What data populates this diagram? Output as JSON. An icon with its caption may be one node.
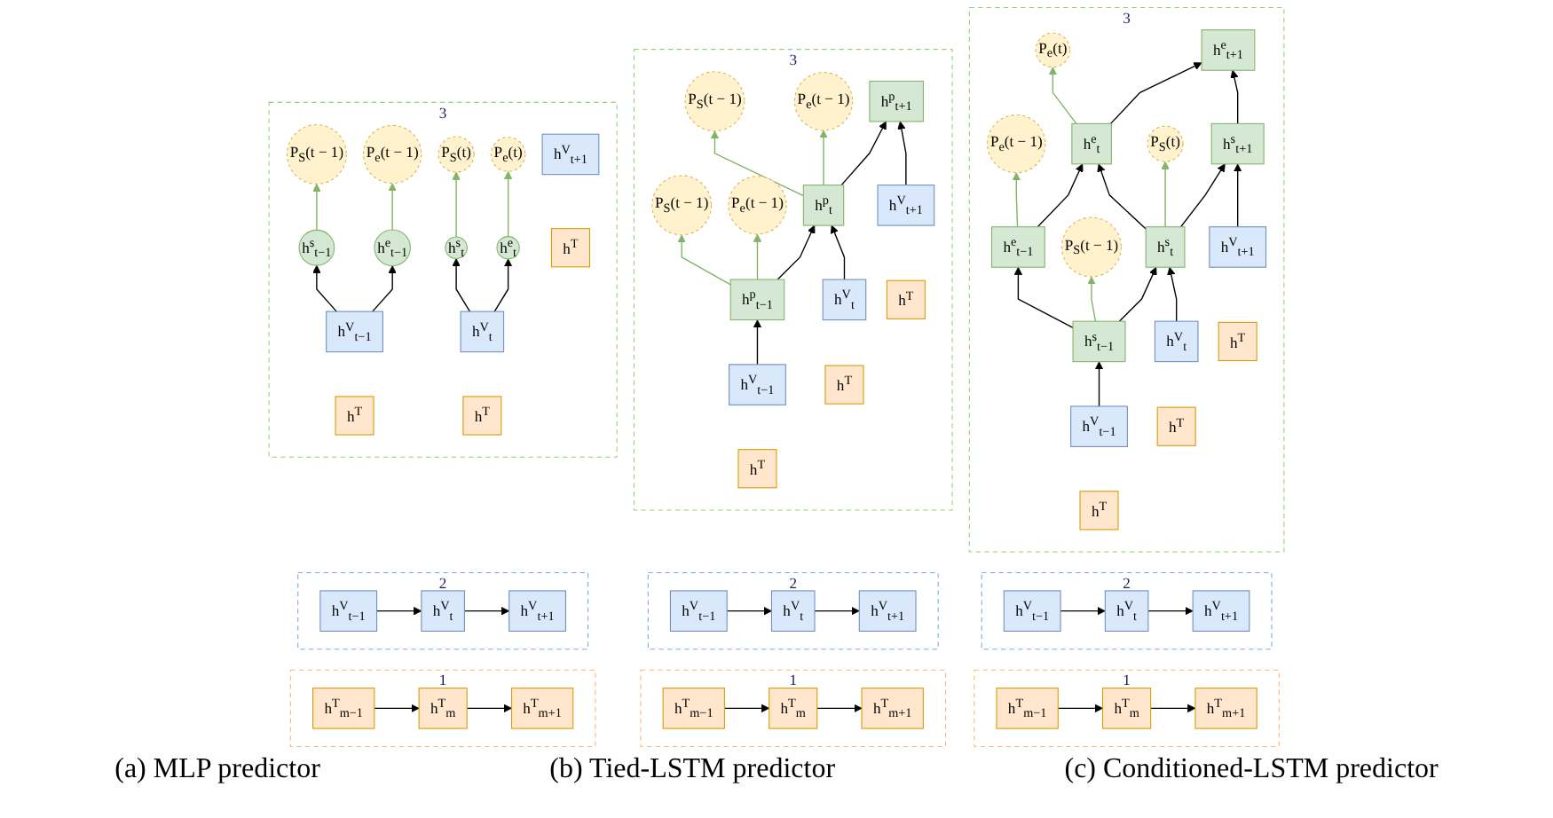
{
  "diagram": {
    "nodes": [
      {
        "text": [
          "3"
        ]
      },
      {
        "text": [
          "P$_{S}$(t − 1)"
        ],
        "in": 0
      },
      {
        "text": [
          "P$_{S}$(t)"
        ],
        "in": 0
      },
      {
        "text": [
          "P$_{e}$(t − 1)"
        ],
        "in": 0
      },
      {
        "text": [
          "P$_{e}$(t)"
        ],
        "in": 0
      },
      {
        "text": [
          "h$^{s}$$_{t−1}$"
        ],
        "in": 0
      },
      {
        "text": [
          "h$^{s}$$_{t}$"
        ],
        "in": 0
      },
      {
        "text": [
          "h$^{e}$$_{t−1}$"
        ],
        "in": 0
      },
      {
        "text": [
          "h$^{e}$$_{t}$"
        ],
        "in": 0
      },
      {
        "text": [
          "h$^{V}$$_{t−1}$"
        ],
        "in": 0
      },
      {
        "text": [
          "h$^{V}$$_{t}$"
        ],
        "in": 0
      },
      {
        "text": [
          "h$^{V}$$_{t+1}$"
        ],
        "in": 0
      },
      {
        "text": [
          "h$^{T}$"
        ],
        "in": 0
      },
      {
        "text": [
          "h$^{T}$"
        ],
        "in": 0
      },
      {
        "text": [
          "h$^{T}$"
        ],
        "in": 0
      },
      {
        "text": [
          "2"
        ]
      },
      {
        "text": [
          "h$^{V}$$_{t−1}$"
        ],
        "in": 15
      },
      {
        "text": [
          "h$^{V}$$_{t}$"
        ],
        "in": 15
      },
      {
        "text": [
          "h$^{V}$$_{t+1}$"
        ],
        "in": 15
      },
      {
        "text": [
          "1"
        ]
      },
      {
        "text": [
          "h$^{T}$$_{m−1}$"
        ],
        "in": 19
      },
      {
        "text": [
          "h$^{T}$$_{m}$"
        ],
        "in": 19
      },
      {
        "text": [
          "h$^{T}$$_{m+1}$"
        ],
        "in": 19
      },
      {
        "text": [
          "3"
        ]
      },
      {
        "text": [
          "P$_{S}$(t − 1)"
        ],
        "in": 23
      },
      {
        "text": [
          "P$_{S}$(t − 1)"
        ],
        "in": 23
      },
      {
        "text": [
          "P$_{e}$(t − 1)"
        ],
        "in": 23
      },
      {
        "text": [
          "P$_{e}$(t − 1)"
        ],
        "in": 23
      },
      {
        "text": [
          "h$^{p}$$_{t−1}$"
        ],
        "in": 23
      },
      {
        "text": [
          "h$^{p}$$_{t}$"
        ],
        "in": 23
      },
      {
        "text": [
          "h$^{p}$$_{t+1}$"
        ],
        "in": 23
      },
      {
        "text": [
          "h$^{V}$$_{t−1}$"
        ],
        "in": 23
      },
      {
        "text": [
          "h$^{V}$$_{t}$"
        ],
        "in": 23
      },
      {
        "text": [
          "h$^{V}$$_{t+1}$"
        ],
        "in": 23
      },
      {
        "text": [
          "h$^{T}$"
        ],
        "in": 23
      },
      {
        "text": [
          "h$^{T}$"
        ],
        "in": 23
      },
      {
        "text": [
          "h$^{T}$"
        ],
        "in": 23
      },
      {
        "text": [
          "2"
        ]
      },
      {
        "text": [
          "h$^{V}$$_{t−1}$"
        ],
        "in": 37
      },
      {
        "text": [
          "h$^{V}$$_{t}$"
        ],
        "in": 37
      },
      {
        "text": [
          "h$^{V}$$_{t+1}$"
        ],
        "in": 37
      },
      {
        "text": [
          "1"
        ]
      },
      {
        "text": [
          "h$^{T}$$_{m−1}$"
        ],
        "in": 41
      },
      {
        "text": [
          "h$^{T}$$_{m}$"
        ],
        "in": 41
      },
      {
        "text": [
          "h$^{T}$$_{m+1}$"
        ],
        "in": 41
      },
      {
        "text": [
          "3"
        ]
      },
      {
        "text": [
          "P$_{e}$(t − 1)"
        ],
        "in": 45
      },
      {
        "text": [
          "P$_{e}$(t)"
        ],
        "in": 45
      },
      {
        "text": [
          "P$_{S}$(t − 1)"
        ],
        "in": 45
      },
      {
        "text": [
          "P$_{S}$(t)"
        ],
        "in": 45
      },
      {
        "text": [
          "h$^{e}$$_{t−1}$"
        ],
        "in": 45
      },
      {
        "text": [
          "h$^{e}$$_{t}$"
        ],
        "in": 45
      },
      {
        "text": [
          "h$^{e}$$_{t+1}$"
        ],
        "in": 45
      },
      {
        "text": [
          "h$^{s}$$_{t−1}$"
        ],
        "in": 45
      },
      {
        "text": [
          "h$^{s}$$_{t}$"
        ],
        "in": 45
      },
      {
        "text": [
          "h$^{s}$$_{t+1}$"
        ],
        "in": 45
      },
      {
        "text": [
          "h$^{V}$$_{t−1}$"
        ],
        "in": 45
      },
      {
        "text": [
          "h$^{V}$$_{t}$"
        ],
        "in": 45
      },
      {
        "text": [
          "h$^{V}$$_{t+1}$"
        ],
        "in": 45
      },
      {
        "text": [
          "h$^{T}$"
        ],
        "in": 45
      },
      {
        "text": [
          "h$^{T}$"
        ],
        "in": 45
      },
      {
        "text": [
          "h$^{T}$"
        ],
        "in": 45
      },
      {
        "text": [
          "2"
        ]
      },
      {
        "text": [
          "h$^{V}$$_{t−1}$"
        ],
        "in": 62
      },
      {
        "text": [
          "h$^{V}$$_{t}$"
        ],
        "in": 62
      },
      {
        "text": [
          "h$^{V}$$_{t+1}$"
        ],
        "in": 62
      },
      {
        "text": [
          "1"
        ]
      },
      {
        "text": [
          "h$^{T}$$_{m−1}$"
        ],
        "in": 66
      },
      {
        "text": [
          "h$^{T}$$_{m}$"
        ],
        "in": 66
      },
      {
        "text": [
          "h$^{T}$$_{m+1}$"
        ],
        "in": 66
      }
    ],
    "edges": [
      {
        "from": 5,
        "to": 1,
        "arrow": "to",
        "color": "#82b366"
      },
      {
        "from": 7,
        "to": 3,
        "arrow": "to",
        "color": "#82b366"
      },
      {
        "from": 6,
        "to": 2,
        "arrow": "to",
        "color": "#82b366"
      },
      {
        "from": 8,
        "to": 4,
        "arrow": "to",
        "color": "#82b366"
      },
      {
        "from": 9,
        "to": 5,
        "arrow": "to"
      },
      {
        "from": 9,
        "to": 7,
        "arrow": "to"
      },
      {
        "from": 10,
        "to": 6,
        "arrow": "to"
      },
      {
        "from": 10,
        "to": 8,
        "arrow": "to"
      },
      {
        "from": 16,
        "to": 17,
        "arrow": "to"
      },
      {
        "from": 17,
        "to": 18,
        "arrow": "to"
      },
      {
        "from": 20,
        "to": 21,
        "arrow": "to"
      },
      {
        "from": 21,
        "to": 22,
        "arrow": "to"
      },
      {
        "from": 28,
        "to": 24,
        "arrow": "to",
        "color": "#82b366"
      },
      {
        "from": 28,
        "to": 26,
        "arrow": "to",
        "color": "#82b366"
      },
      {
        "from": 29,
        "to": 25,
        "arrow": "to",
        "color": "#82b366"
      },
      {
        "from": 29,
        "to": 27,
        "arrow": "to",
        "color": "#82b366"
      },
      {
        "from": 28,
        "to": 29,
        "arrow": "to"
      },
      {
        "from": 29,
        "to": 30,
        "arrow": "to"
      },
      {
        "from": 31,
        "to": 28,
        "arrow": "to"
      },
      {
        "from": 32,
        "to": 29,
        "arrow": "to"
      },
      {
        "from": 33,
        "to": 30,
        "arrow": "to"
      },
      {
        "from": 38,
        "to": 39,
        "arrow": "to"
      },
      {
        "from": 39,
        "to": 40,
        "arrow": "to"
      },
      {
        "from": 42,
        "to": 43,
        "arrow": "to"
      },
      {
        "from": 43,
        "to": 44,
        "arrow": "to"
      },
      {
        "from": 50,
        "to": 46,
        "arrow": "to",
        "color": "#82b366"
      },
      {
        "from": 51,
        "to": 47,
        "arrow": "to",
        "color": "#82b366"
      },
      {
        "from": 53,
        "to": 48,
        "arrow": "to",
        "color": "#82b366"
      },
      {
        "from": 54,
        "to": 49,
        "arrow": "to",
        "color": "#82b366"
      },
      {
        "from": 50,
        "to": 51,
        "arrow": "to"
      },
      {
        "from": 51,
        "to": 52,
        "arrow": "to"
      },
      {
        "from": 53,
        "to": 50,
        "arrow": "to"
      },
      {
        "from": 54,
        "to": 51,
        "arrow": "to"
      },
      {
        "from": 55,
        "to": 52,
        "arrow": "to"
      },
      {
        "from": 53,
        "to": 54,
        "arrow": "to"
      },
      {
        "from": 54,
        "to": 55,
        "arrow": "to"
      },
      {
        "from": 56,
        "to": 53,
        "arrow": "to"
      },
      {
        "from": 57,
        "to": 54,
        "arrow": "to"
      },
      {
        "from": 58,
        "to": 55,
        "arrow": "to"
      },
      {
        "from": 63,
        "to": 64,
        "arrow": "to"
      },
      {
        "from": 64,
        "to": 65,
        "arrow": "to"
      },
      {
        "from": 67,
        "to": 68,
        "arrow": "to"
      },
      {
        "from": 68,
        "to": 69,
        "arrow": "to"
      }
    ],
    "labels": [
      "(a) MLP predictor",
      "(b) Tied-LSTM predictor",
      "(c) Conditioned-LSTM predictor"
    ]
  }
}
